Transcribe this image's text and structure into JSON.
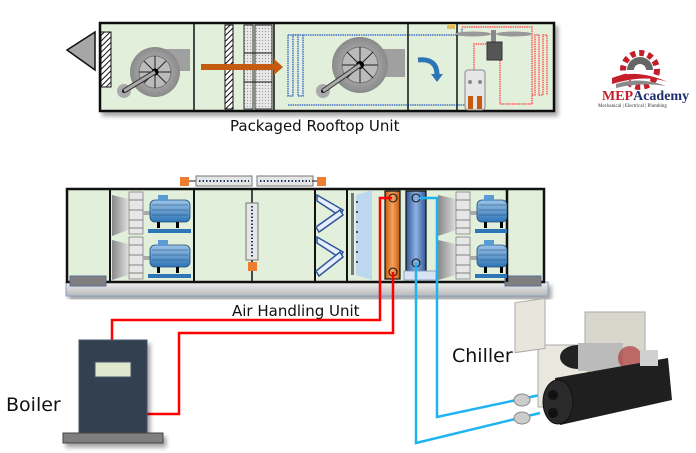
{
  "diagram": {
    "labels": {
      "rooftop_unit": "Packaged Rooftop Unit",
      "air_handling_unit": "Air Handling Unit",
      "boiler": "Boiler",
      "chiller": "Chiller"
    },
    "logo": {
      "name_part1": "MEP",
      "name_part2": "Academy",
      "tagline": "Mechanical | Electrical | Plumbing"
    },
    "colors": {
      "unit_fill": "#e2efda",
      "hot_water_pipe": "#ff0000",
      "chilled_water_pipe": "#1fb4f0",
      "airflow_arrow": "#c55a11",
      "damper_orange": "#ed7d31",
      "motor_blue": "#2e75b6",
      "boiler_body": "#323e4f"
    }
  }
}
